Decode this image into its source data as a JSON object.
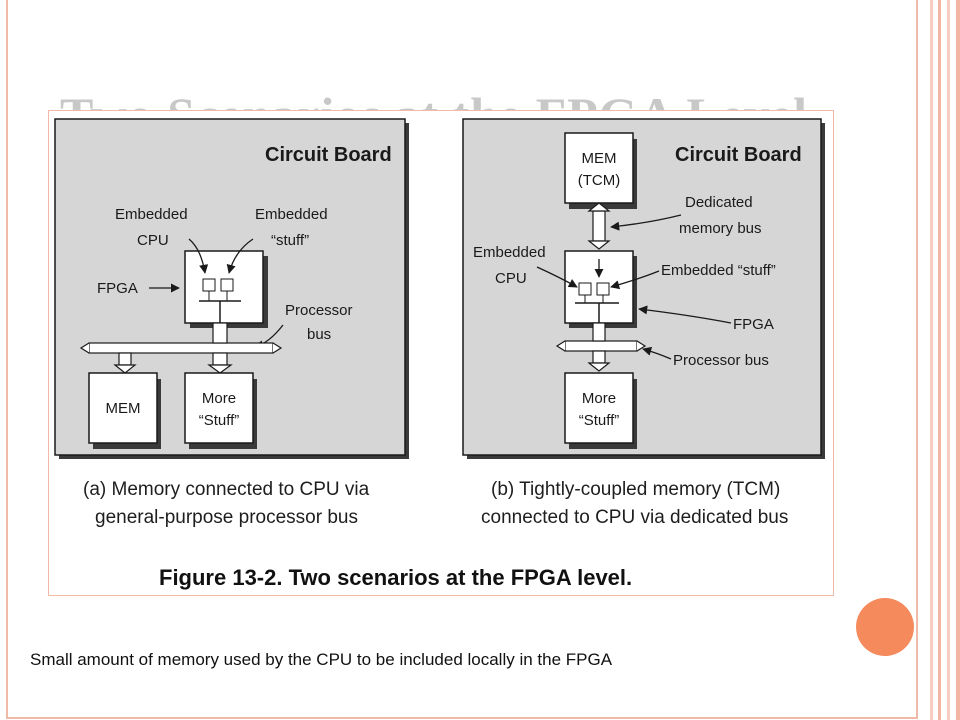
{
  "slide": {
    "title": "Two Scenarios at the FPGA Level",
    "note": "Small amount of memory used by the CPU to be included locally in the FPGA"
  },
  "figure": {
    "title": "Figure 13-2. Two scenarios at the FPGA level.",
    "panel_a": {
      "board_label": "Circuit Board",
      "embedded_cpu": [
        "Embedded",
        "CPU"
      ],
      "embedded_stuff": [
        "Embedded",
        "“stuff”"
      ],
      "fpga": "FPGA",
      "processor_bus": [
        "Processor",
        "bus"
      ],
      "mem": "MEM",
      "more_stuff": [
        "More",
        "“Stuff”"
      ],
      "caption": [
        "(a) Memory connected to CPU via",
        "general-purpose processor bus"
      ]
    },
    "panel_b": {
      "board_label": "Circuit Board",
      "mem_tcm": [
        "MEM",
        "(TCM)"
      ],
      "dedicated_bus": [
        "Dedicated",
        "memory bus"
      ],
      "embedded_cpu": [
        "Embedded",
        "CPU"
      ],
      "embedded_stuff": "Embedded “stuff”",
      "fpga": "FPGA",
      "processor_bus": "Processor bus",
      "more_stuff": [
        "More",
        "“Stuff”"
      ],
      "caption": [
        "(b) Tightly-coupled memory (TCM)",
        "connected to CPU via dedicated bus"
      ]
    }
  },
  "colors": {
    "board_fill": "#d6d6d6",
    "frame_border": "#f1b9a8",
    "accent": "#f58a5c"
  }
}
